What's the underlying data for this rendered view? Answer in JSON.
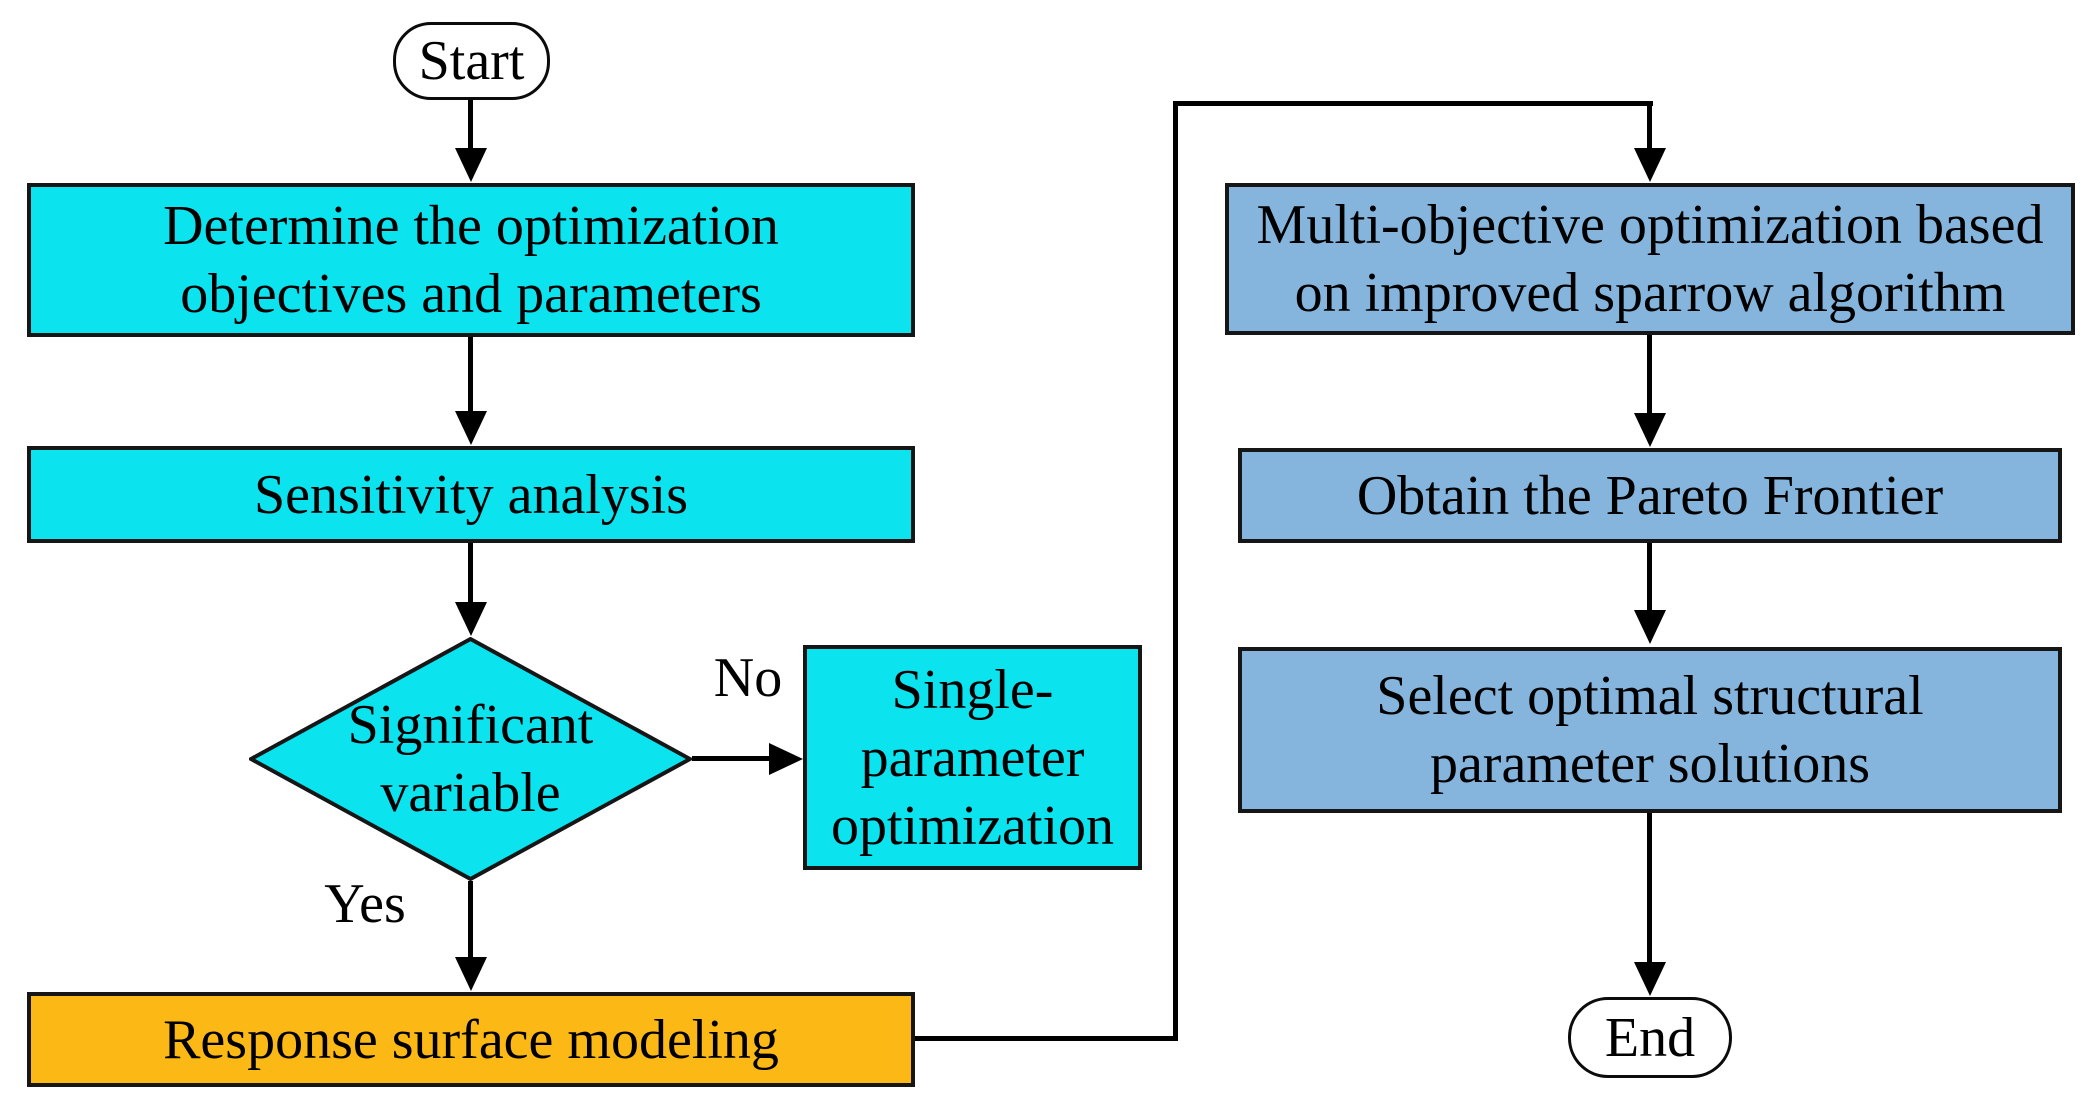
{
  "nodes": {
    "start": {
      "label": "Start"
    },
    "determine_objectives": {
      "label": "Determine the optimization\nobjectives and parameters"
    },
    "sensitivity_analysis": {
      "label": "Sensitivity analysis"
    },
    "significant_variable": {
      "label": "Significant\nvariable"
    },
    "single_parameter": {
      "label": "Single-\nparameter\noptimization"
    },
    "response_surface": {
      "label": "Response surface modeling"
    },
    "multi_objective": {
      "label": "Multi-objective optimization based\non improved sparrow algorithm"
    },
    "pareto_frontier": {
      "label": "Obtain the Pareto Frontier"
    },
    "select_optimal": {
      "label": "Select optimal structural\nparameter solutions"
    },
    "end": {
      "label": "End"
    }
  },
  "edge_labels": {
    "no": "No",
    "yes": "Yes"
  },
  "colors": {
    "process_cyan": "#0BE3EF",
    "result_blue": "#85B5DC",
    "highlight_orange": "#FCB814",
    "terminator_white": "#FFFFFF",
    "line_black": "#000000"
  }
}
